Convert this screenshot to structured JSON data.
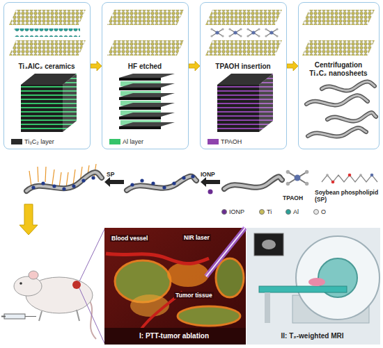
{
  "diagram": {
    "nodes": [
      {
        "text": [
          "Ti₃AlC₂ ceramics"
        ]
      },
      {
        "text": [
          "HF etched"
        ]
      },
      {
        "text": [
          "TPAOH insertion"
        ]
      },
      {
        "text": [
          "Centrifugation Ti₃C₂ nanosheets"
        ]
      },
      {
        "text": [
          "I: PTT-tumor ablation"
        ]
      },
      {
        "text": [
          "II: T₂-weighted MRI"
        ]
      }
    ],
    "edges": [
      {
        "from": 0,
        "to": 1,
        "arrow": "to"
      },
      {
        "from": 1,
        "to": 2,
        "arrow": "to"
      },
      {
        "from": 2,
        "to": 3,
        "arrow": "to"
      }
    ],
    "labels": [
      "SP",
      "IONP",
      "TPAOH",
      "Soybean phospholipid (SP)",
      "Blood vessel",
      "NIR laser",
      "Tumor tissue"
    ],
    "legend": [
      {
        "text": "Ti₃C₂ layer",
        "color": "#2a2a2a"
      },
      {
        "text": "Al layer",
        "color": "#35c46a"
      },
      {
        "text": "TPAOH",
        "color": "#8e44ad"
      },
      {
        "text": "IONP",
        "color": "#6a2c91"
      },
      {
        "text": "Ti",
        "color": "#c8bd5a"
      },
      {
        "text": "Al",
        "color": "#2aa198"
      },
      {
        "text": "O",
        "color": "#e6e6e6"
      }
    ]
  }
}
